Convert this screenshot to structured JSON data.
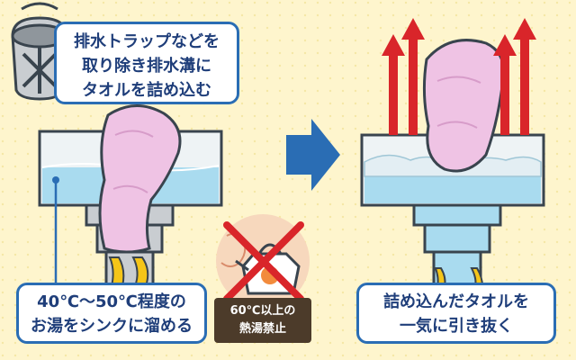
{
  "callouts": {
    "remove_trap": [
      "排水トラップなどを",
      "取り除き排水溝に",
      "タオルを詰め込む"
    ],
    "fill_water": [
      "40℃〜50℃程度の",
      "お湯をシンクに溜める"
    ],
    "pull_towel": [
      "詰め込んだタオルを",
      "一気に引き抜く"
    ]
  },
  "warning": [
    "60℃以上の",
    "熱湯禁止"
  ],
  "colors": {
    "background": "#fef5cd",
    "water": "#a9dbef",
    "towel": "#efc3e4",
    "callout_border": "#2a6db4",
    "arrow_blue": "#2a6db4",
    "arrow_red": "#d9252a",
    "warning_bg": "#4c3b2a"
  },
  "icons": [
    "drain-trap-icon",
    "kettle-prohibited-icon",
    "process-arrow-icon",
    "pull-up-arrow-icon"
  ]
}
